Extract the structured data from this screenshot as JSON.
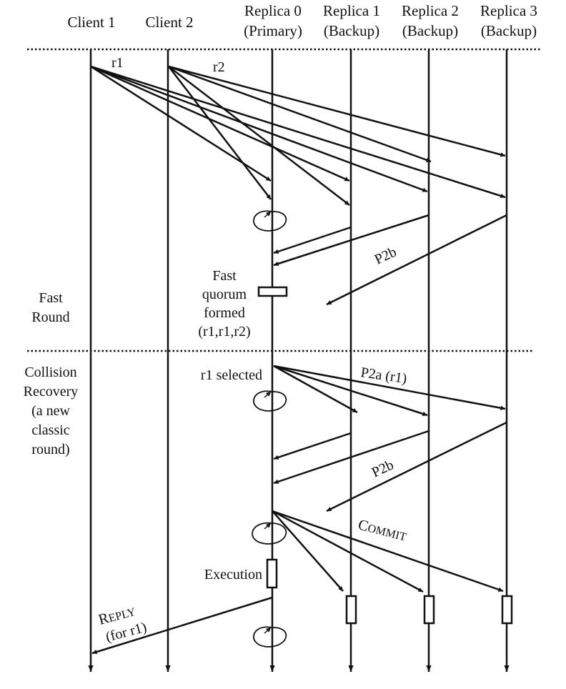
{
  "participants": [
    {
      "id": "client1",
      "name": "Client 1",
      "role": ""
    },
    {
      "id": "client2",
      "name": "Client 2",
      "role": ""
    },
    {
      "id": "replica0",
      "name": "Replica 0",
      "role": "(Primary)"
    },
    {
      "id": "replica1",
      "name": "Replica 1",
      "role": "(Backup)"
    },
    {
      "id": "replica2",
      "name": "Replica 2",
      "role": "(Backup)"
    },
    {
      "id": "replica3",
      "name": "Replica 3",
      "role": "(Backup)"
    }
  ],
  "phases": {
    "fast_round": {
      "line1": "Fast",
      "line2": "Round"
    },
    "collision_recovery": {
      "line1": "Collision",
      "line2": "Recovery",
      "line3": "(a new",
      "line4": "classic",
      "line5": "round)"
    }
  },
  "messages": {
    "r1": "r1",
    "r2": "r2",
    "p2b_fast": "P2b",
    "p2a": "P2a (r1)",
    "p2b_recovery": "P2b",
    "commit_c": "C",
    "commit_rest": "OMMIT",
    "reply_r": "R",
    "reply_rest": "EPLY",
    "reply_for": "(for r1)"
  },
  "annotations": {
    "fast_quorum": {
      "line1": "Fast",
      "line2": "quorum",
      "line3": "formed",
      "line4": "(r1,r1,r2)"
    },
    "r1_selected": "r1 selected",
    "execution": "Execution"
  },
  "colors": {
    "ink": "#111111",
    "background": "#ffffff"
  }
}
